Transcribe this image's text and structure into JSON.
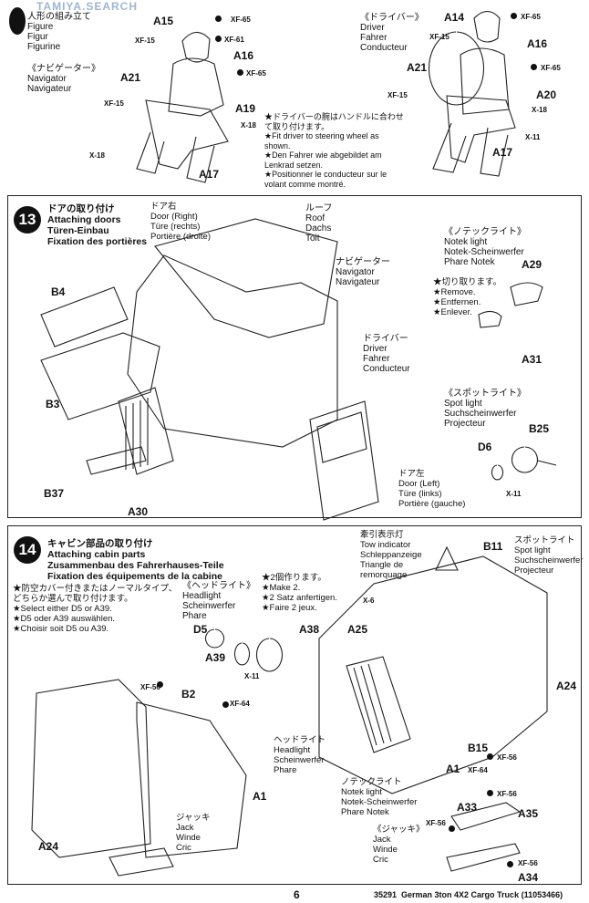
{
  "watermark": "TAMIYA.SEARCH",
  "top_section": {
    "figure_heading_jp": "人形の組み立て",
    "figure_label": "Figure\nFigur\nFigurine",
    "navigator_label": "《ナビゲーター》\nNavigator\nNavigateur",
    "driver_label": "《ドライバー》\nDriver\nFahrer\nConducteur",
    "note": "★ドライバーの腕はハンドルに合わせ\nて取り付けます。\n★Fit driver to steering wheel as\nshown.\n★Den Fahrer wie abgebildet am\nLenkrad setzen.\n★Positionner le conducteur sur le\nvolant comme montré.",
    "parts_left": [
      "A15",
      "XF-65",
      "XF-15",
      "XF-61",
      "A16",
      "A21",
      "XF-65",
      "XF-15",
      "A19",
      "X-18",
      "X-18",
      "A17"
    ],
    "parts_right": [
      "A14",
      "XF-65",
      "XF-15",
      "A16",
      "A21",
      "XF-65",
      "XF-15",
      "A20",
      "X-18",
      "X-11",
      "A17"
    ]
  },
  "step13": {
    "number": "13",
    "title": "ドアの取り付け\nAttaching doors\nTüren-Einbau\nFixation des portières",
    "door_right": "ドア右\nDoor (Right)\nTüre (rechts)\nPortière (droite)",
    "roof": "ルーフ\nRoof\nDachs\nToit",
    "navigator": "ナビゲーター\nNavigator\nNavigateur",
    "driver": "ドライバー\nDriver\nFahrer\nConducteur",
    "door_left": "ドア左\nDoor (Left)\nTüre (links)\nPortière (gauche)",
    "notek": "《ノテックライト》\nNotek light\nNotek-Scheinwerfer\nPhare Notek",
    "remove": "★切り取ります。\n★Remove.\n★Entfernen.\n★Enlever.",
    "spot": "《スポットライト》\nSpot light\nSuchscheinwerfer\nProjecteur",
    "parts": [
      "B4",
      "B3",
      "B37",
      "A30",
      "A29",
      "A31",
      "B25",
      "D6",
      "X-11"
    ]
  },
  "step14": {
    "number": "14",
    "title": "キャビン部品の取り付け\nAttaching cabin parts\nZusammenbau des Fahrerhauses-Teile\nFixation des équipements de la cabine",
    "select": "★防空カバー付きまたはノーマルタイプ、\nどちらか選んで取り付けます。\n★Select either D5 or A39.\n★D5 oder A39 auswählen.\n★Choisir soit D5 ou A39.",
    "headlight_top": "《ヘッドライト》\nHeadlight\nScheinwerfer\nPhare",
    "make2": "★2個作ります。\n★Make 2.\n★2 Satz anfertigen.\n★Faire 2 jeux.",
    "tow": "牽引表示灯\nTow indicator\nSchleppanzeige\nTriangle de\nremorquage",
    "spot": "スポットライト\nSpot light\nSuchscheinwerfer\nProjecteur",
    "headlight": "ヘッドライト\nHeadlight\nScheinwerfer\nPhare",
    "notek": "ノテックライト\nNotek light\nNotek-Scheinwerfer\nPhare Notek",
    "jack_left": "ジャッキ\nJack\nWinde\nCric",
    "jack_right": "《ジャッキ》\nJack\nWinde\nCric",
    "parts": [
      "D5",
      "A38",
      "A39",
      "X-11",
      "B11",
      "X-6",
      "A25",
      "A24",
      "B15",
      "XF-56",
      "A1",
      "XF-64",
      "B2",
      "XF-56",
      "XF-64",
      "A1",
      "A24",
      "XF-56",
      "A33",
      "A35",
      "XF-56",
      "XF-56",
      "A34"
    ]
  },
  "footer": {
    "page": "6",
    "product": "35291  German 3ton 4X2 Cargo Truck (11053466)"
  }
}
